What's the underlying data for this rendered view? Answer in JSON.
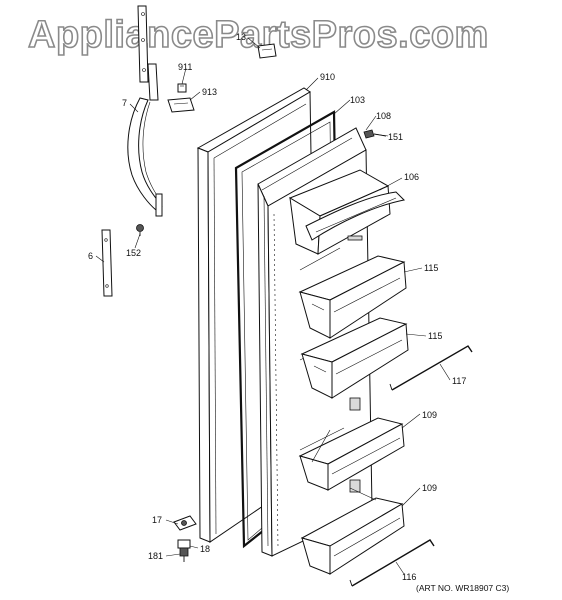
{
  "watermark": "AppliancePartsPros.com",
  "callouts": {
    "c910": "910",
    "c103": "103",
    "c108": "108",
    "c151": "151",
    "c106": "106",
    "c115a": "115",
    "c115b": "115",
    "c117": "117",
    "c109a": "109",
    "c109b": "109",
    "c116": "116",
    "c911": "911",
    "c913": "913",
    "c7": "7",
    "c152": "152",
    "c6": "6",
    "c17": "17",
    "c18": "18",
    "c181": "181",
    "c_top": "13"
  },
  "art_number": "(ART NO. WR18907 C3)"
}
